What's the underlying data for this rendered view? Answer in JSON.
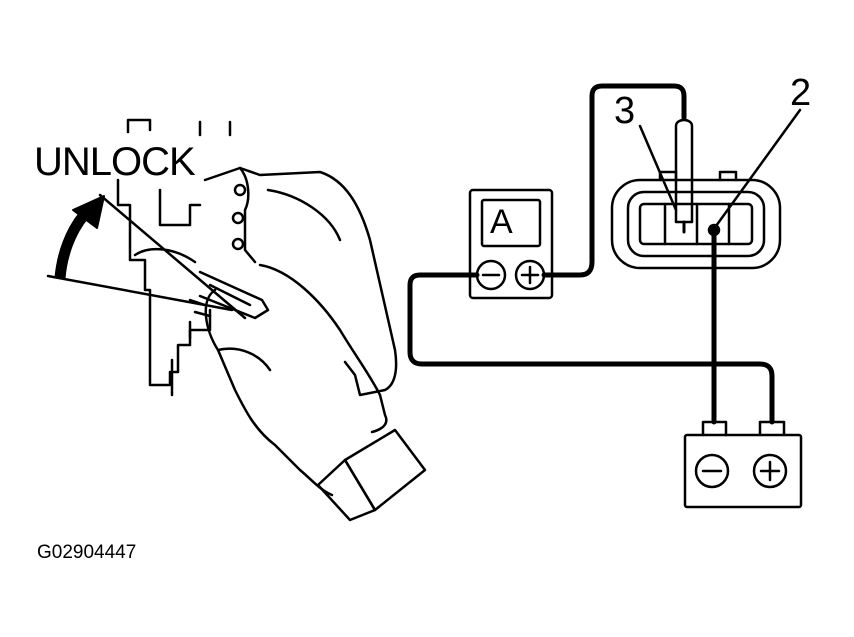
{
  "diagram": {
    "unlock_label": "UNLOCK",
    "reference_code": "G02904447",
    "terminal_3_label": "3",
    "terminal_2_label": "2",
    "ammeter_label": "A"
  },
  "colors": {
    "ink": "#000000",
    "paper": "#ffffff"
  }
}
